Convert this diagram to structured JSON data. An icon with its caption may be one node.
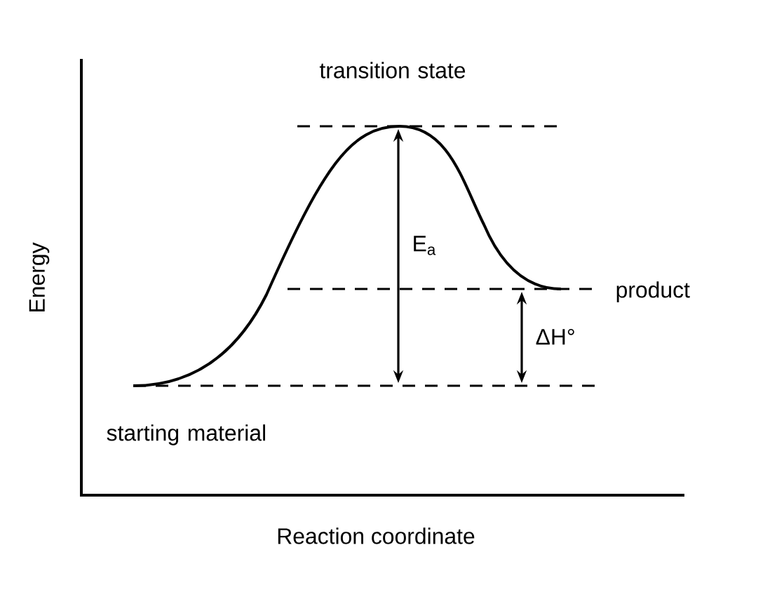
{
  "diagram": {
    "labels": [
      "transition state",
      "E$_{a}$",
      "product",
      "ΔH°",
      "starting material",
      "Energy",
      "Reaction coordinate"
    ]
  }
}
